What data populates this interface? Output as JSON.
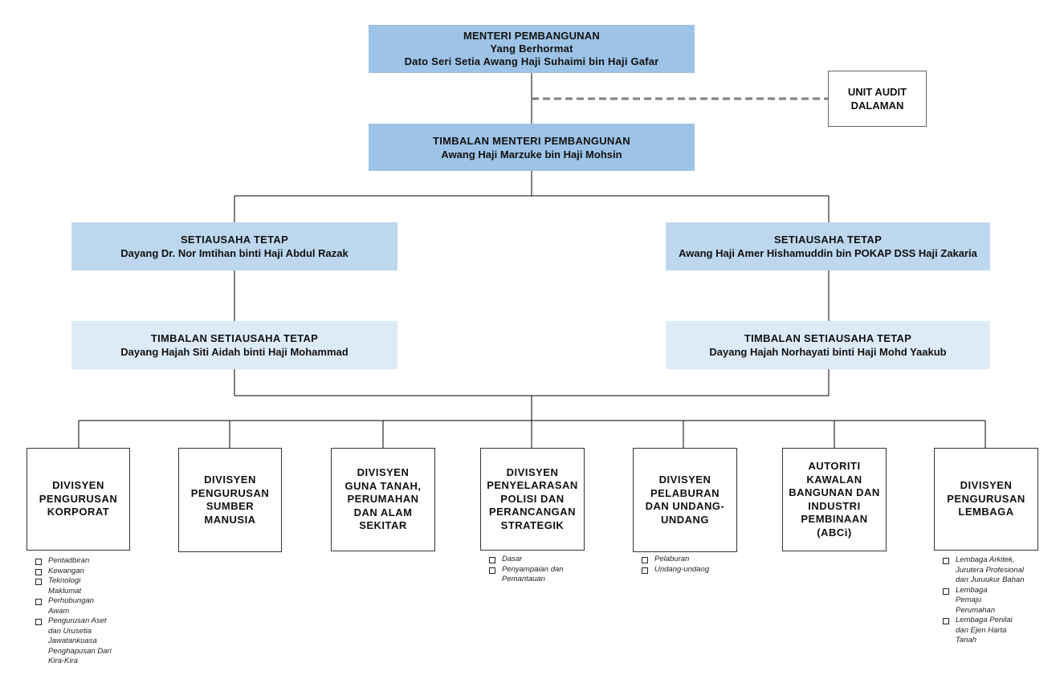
{
  "minister": {
    "title": "MENTERI PEMBANGUNAN",
    "honorific": "Yang Berhormat",
    "name": "Dato Seri Setia Awang Haji Suhaimi bin Haji Gafar"
  },
  "audit_unit": {
    "line1": "UNIT AUDIT",
    "line2": "DALAMAN"
  },
  "deputy_minister": {
    "title": "TIMBALAN MENTERI PEMBANGUNAN",
    "name": "Awang Haji Marzuke bin Haji Mohsin"
  },
  "permanent_secretaries": [
    {
      "title": "SETIAUSAHA TETAP",
      "name": "Dayang Dr. Nor Imtihan binti Haji Abdul Razak"
    },
    {
      "title": "SETIAUSAHA TETAP",
      "name": "Awang Haji Amer Hishamuddin bin POKAP DSS Haji Zakaria"
    }
  ],
  "deputy_permanent_secretaries": [
    {
      "title": "TIMBALAN SETIAUSAHA TETAP",
      "name": "Dayang Hajah Siti Aidah binti Haji Mohammad"
    },
    {
      "title": "TIMBALAN SETIAUSAHA TETAP",
      "name": "Dayang Hajah Norhayati binti Haji Mohd Yaakub"
    }
  ],
  "divisions": [
    {
      "lines": [
        "DIVISYEN",
        "PENGURUSAN",
        "KORPORAT"
      ],
      "items": [
        "Pentadbiran",
        "Kewangan",
        "Teknologi Maklumat",
        "Perhubungan Awam",
        "Pengurusan Aset dan Urusetia Jawatankuasa Penghapusan Dari Kira-Kira"
      ]
    },
    {
      "lines": [
        "DIVISYEN",
        "PENGURUSAN",
        "SUMBER",
        "MANUSIA"
      ],
      "items": []
    },
    {
      "lines": [
        "DIVISYEN",
        "GUNA TANAH,",
        "PERUMAHAN",
        "DAN ALAM",
        "SEKITAR"
      ],
      "items": []
    },
    {
      "lines": [
        "DIVISYEN",
        "PENYELARASAN",
        "POLISI DAN",
        "PERANCANGAN",
        "STRATEGIK"
      ],
      "items": [
        "Dasar",
        "Penyampaian dan Pemantauan"
      ]
    },
    {
      "lines": [
        "DIVISYEN",
        "PELABURAN",
        "DAN UNDANG-",
        "UNDANG"
      ],
      "items": [
        "Pelaburan",
        "Undang-undang"
      ]
    },
    {
      "lines": [
        "AUTORITI",
        "KAWALAN",
        "BANGUNAN DAN",
        "INDUSTRI",
        "PEMBINAAN",
        "(ABCi)"
      ],
      "items": []
    },
    {
      "lines": [
        "DIVISYEN",
        "PENGURUSAN",
        "LEMBAGA"
      ],
      "items": [
        "Lembaga Arkitek, Jurutera Profesional dan Juruukur Bahan",
        "Lembaga Pemaju Perumahan",
        "Lembaga Penilai dan Ejen Harta Tanah"
      ]
    }
  ],
  "colors": {
    "level1": "#9dc3e6",
    "level2": "#bdd7ee",
    "level3": "#ddebf7",
    "line": "#000000",
    "dashed": "#7f7f7f"
  }
}
